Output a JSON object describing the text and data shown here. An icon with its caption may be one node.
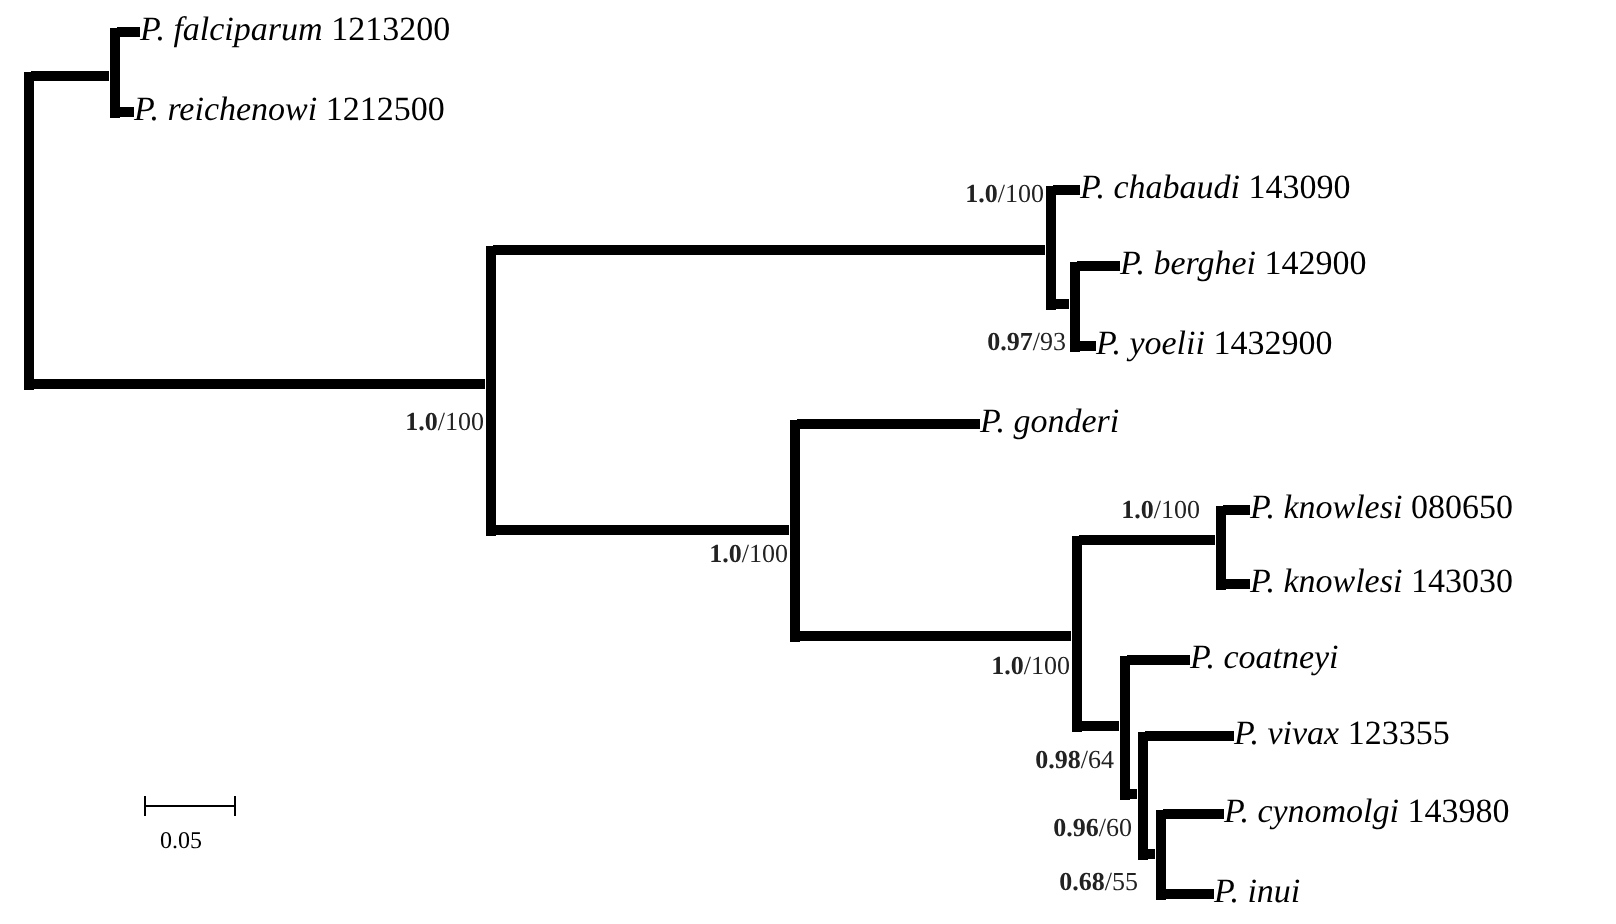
{
  "diagram": {
    "nodes": [
      {
        "text": [],
        "shape": "bar"
      },
      {
        "text": [],
        "shape": "bar"
      },
      {
        "text": [
          "*P. falciparum* 1213200"
        ]
      },
      {
        "text": [
          "*P. reichenowi* 1212500"
        ]
      },
      {
        "text": [],
        "shape": "bar",
        "beside": [
          "**1.0**/100"
        ]
      },
      {
        "text": [],
        "shape": "bar",
        "beside": [
          "**1.0**/100"
        ]
      },
      {
        "text": [
          "*P. chabaudi* 143090"
        ]
      },
      {
        "text": [],
        "shape": "bar",
        "beside": [
          "**0.97**/93"
        ]
      },
      {
        "text": [
          "*P. berghei* 142900"
        ]
      },
      {
        "text": [
          "*P. yoelii* 1432900"
        ]
      },
      {
        "text": [],
        "shape": "bar",
        "beside": [
          "**1.0**/100"
        ]
      },
      {
        "text": [
          "*P. gonderi*"
        ]
      },
      {
        "text": [],
        "shape": "bar",
        "beside": [
          "**1.0**/100"
        ]
      },
      {
        "text": [],
        "shape": "bar",
        "beside": [
          "**1.0**/100"
        ]
      },
      {
        "text": [
          "*P. knowlesi* 080650"
        ]
      },
      {
        "text": [
          "*P. knowlesi* 143030"
        ]
      },
      {
        "text": [],
        "shape": "bar",
        "beside": [
          "**0.98**/64"
        ]
      },
      {
        "text": [
          "*P. coatneyi*"
        ]
      },
      {
        "text": [],
        "shape": "bar",
        "beside": [
          "**0.96**/60"
        ]
      },
      {
        "text": [
          "*P. vivax* 123355"
        ]
      },
      {
        "text": [],
        "shape": "bar",
        "beside": [
          "**0.68**/55"
        ]
      },
      {
        "text": [
          "*P. cynomolgi* 143980"
        ]
      },
      {
        "text": [
          "*P. inui*"
        ]
      }
    ],
    "edges": [
      {
        "from": 0,
        "to": 1,
        "arrow": "none"
      },
      {
        "from": 1,
        "to": 2,
        "arrow": "none"
      },
      {
        "from": 1,
        "to": 3,
        "arrow": "none"
      },
      {
        "from": 0,
        "to": 4,
        "arrow": "none"
      },
      {
        "from": 4,
        "to": 5,
        "arrow": "none"
      },
      {
        "from": 5,
        "to": 6,
        "arrow": "none"
      },
      {
        "from": 5,
        "to": 7,
        "arrow": "none"
      },
      {
        "from": 7,
        "to": 8,
        "arrow": "none"
      },
      {
        "from": 7,
        "to": 9,
        "arrow": "none"
      },
      {
        "from": 4,
        "to": 10,
        "arrow": "none"
      },
      {
        "from": 10,
        "to": 11,
        "arrow": "none"
      },
      {
        "from": 10,
        "to": 12,
        "arrow": "none"
      },
      {
        "from": 12,
        "to": 13,
        "arrow": "none"
      },
      {
        "from": 13,
        "to": 14,
        "arrow": "none"
      },
      {
        "from": 13,
        "to": 15,
        "arrow": "none"
      },
      {
        "from": 12,
        "to": 16,
        "arrow": "none"
      },
      {
        "from": 16,
        "to": 17,
        "arrow": "none"
      },
      {
        "from": 16,
        "to": 18,
        "arrow": "none"
      },
      {
        "from": 18,
        "to": 19,
        "arrow": "none"
      },
      {
        "from": 18,
        "to": 20,
        "arrow": "none"
      },
      {
        "from": 20,
        "to": 21,
        "arrow": "none"
      },
      {
        "from": 20,
        "to": 22,
        "arrow": "none"
      }
    ],
    "labels": [
      "0.05"
    ]
  }
}
